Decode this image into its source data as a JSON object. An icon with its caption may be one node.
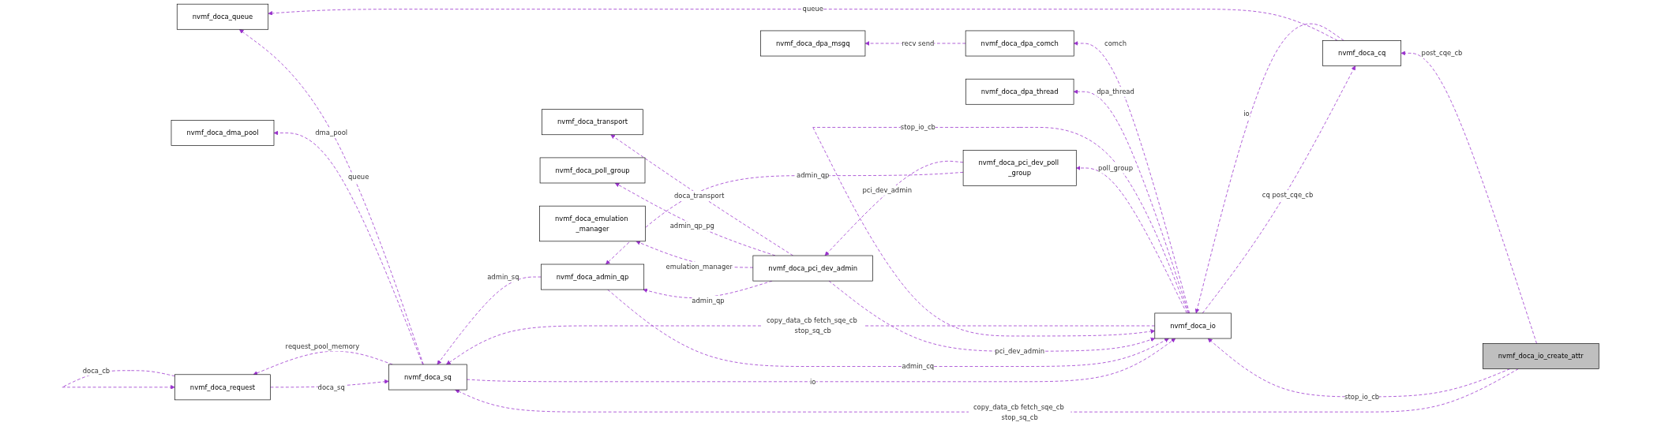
{
  "diagram": {
    "nodes": [
      {
        "text": [
          "nvmf_doca_dpa_msgq"
        ]
      },
      {
        "text": [
          "nvmf_doca_queue"
        ]
      },
      {
        "text": [
          "nvmf_doca_dpa_comch"
        ]
      },
      {
        "text": [
          "nvmf_doca_dpa_thread"
        ]
      },
      {
        "text": [
          "nvmf_doca_cq"
        ]
      },
      {
        "text": [
          "nvmf_doca_io"
        ]
      },
      {
        "text": [
          "nvmf_doca_dma_pool"
        ]
      },
      {
        "text": [
          "nvmf_doca_sq"
        ]
      },
      {
        "text": [
          "nvmf_doca_transport"
        ]
      },
      {
        "text": [
          "nvmf_doca_poll_group"
        ]
      },
      {
        "text": [
          "nvmf_doca_emulation _manager"
        ]
      },
      {
        "text": [
          "nvmf_doca_admin_qp"
        ]
      },
      {
        "text": [
          "nvmf_doca_request"
        ]
      },
      {
        "text": [
          "nvmf_doca_io_create_attr"
        ]
      },
      {
        "text": [
          "nvmf_doca_pci_dev_admin"
        ]
      },
      {
        "text": [
          "nvmf_doca_pci_dev_poll _group"
        ]
      }
    ],
    "edges": [
      {
        "from": 2,
        "to": 0,
        "arrow": "to",
        "label": "recv send",
        "style": "dashed"
      },
      {
        "from": 5,
        "to": 2,
        "arrow": "to",
        "label": "comch",
        "style": "dashed"
      },
      {
        "from": 5,
        "to": 3,
        "arrow": "to",
        "label": "dpa_thread",
        "style": "dashed"
      },
      {
        "from": 5,
        "to": 4,
        "arrow": "to",
        "label": "cq post_cqe_cb",
        "style": "dashed"
      },
      {
        "from": 4,
        "to": 5,
        "arrow": "to",
        "label": "io",
        "style": "dashed"
      },
      {
        "from": 4,
        "to": 1,
        "arrow": "to",
        "label": "queue",
        "style": "dashed"
      },
      {
        "from": 7,
        "to": 1,
        "arrow": "to",
        "label": "queue",
        "style": "dashed"
      },
      {
        "from": 13,
        "to": 4,
        "arrow": "to",
        "label": "post_cqe_cb",
        "style": "dashed"
      },
      {
        "from": 13,
        "to": 5,
        "arrow": "to",
        "label": "stop_io_cb",
        "style": "dashed"
      },
      {
        "from": 5,
        "to": 5,
        "arrow": "to",
        "label": "stop_io_cb",
        "style": "dashed"
      },
      {
        "from": 14,
        "to": 5,
        "arrow": "to",
        "label": "pci_dev_admin",
        "style": "dashed"
      },
      {
        "from": 11,
        "to": 5,
        "arrow": "to",
        "label": "admin_cq",
        "style": "dashed"
      },
      {
        "from": 5,
        "to": 15,
        "arrow": "to",
        "label": "poll_group",
        "style": "dashed"
      },
      {
        "from": 5,
        "to": 7,
        "arrow": "to",
        "label": "copy_data_cb fetch_sqe_cb stop_sq_cb",
        "style": "dashed"
      },
      {
        "from": 7,
        "to": 5,
        "arrow": "to",
        "label": "io",
        "style": "dashed"
      },
      {
        "from": 7,
        "to": 6,
        "arrow": "to",
        "label": "dma_pool",
        "style": "dashed"
      },
      {
        "from": 11,
        "to": 7,
        "arrow": "to",
        "label": "admin_sq",
        "style": "dashed"
      },
      {
        "from": 7,
        "to": 12,
        "arrow": "to",
        "label": "request_pool_memory",
        "style": "dashed"
      },
      {
        "from": 12,
        "to": 7,
        "arrow": "to",
        "label": "doca_sq",
        "style": "dashed"
      },
      {
        "from": 12,
        "to": 12,
        "arrow": "to",
        "label": "doca_cb",
        "style": "dashed"
      },
      {
        "from": 13,
        "to": 7,
        "arrow": "to",
        "label": "copy_data_cb fetch_sqe_cb stop_sq_cb",
        "style": "dashed"
      },
      {
        "from": 14,
        "to": 8,
        "arrow": "to",
        "label": "doca_transport",
        "style": "dashed"
      },
      {
        "from": 14,
        "to": 9,
        "arrow": "to",
        "label": "admin_qp_pg",
        "style": "dashed"
      },
      {
        "from": 14,
        "to": 10,
        "arrow": "to",
        "label": "emulation_manager",
        "style": "dashed"
      },
      {
        "from": 14,
        "to": 11,
        "arrow": "to",
        "label": "admin_qp",
        "style": "dashed"
      },
      {
        "from": 15,
        "to": 14,
        "arrow": "to",
        "label": "pci_dev_admin",
        "style": "dashed"
      },
      {
        "from": 15,
        "to": 11,
        "arrow": "to",
        "label": "admin_qp",
        "style": "dashed"
      }
    ]
  }
}
